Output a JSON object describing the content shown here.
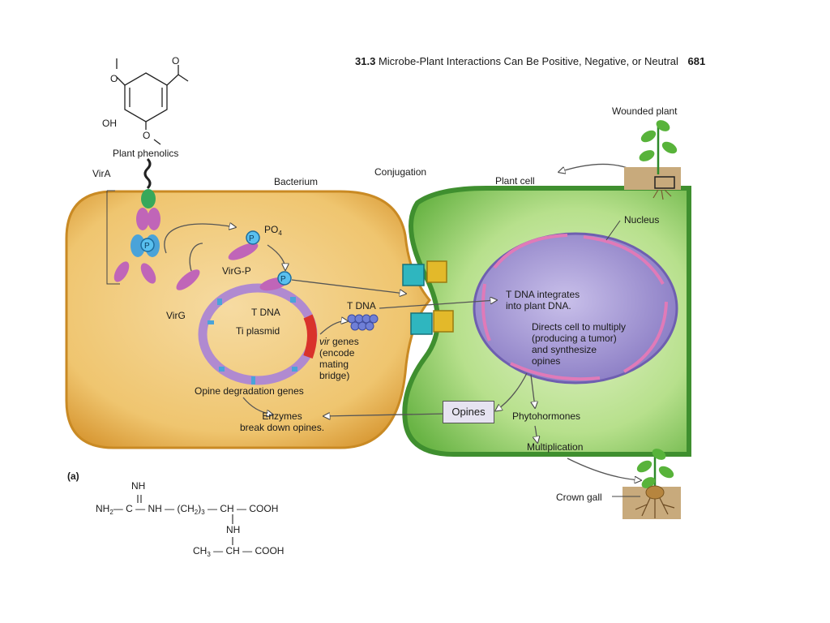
{
  "header": {
    "section_number": "31.3",
    "section_title": "Microbe-Plant Interactions Can Be Positive, Negative, or Neutral",
    "page_number": "681"
  },
  "labels": {
    "plant_phenolics": "Plant phenolics",
    "vir_a": "VirA",
    "bacterium": "Bacterium",
    "conjugation": "Conjugation",
    "plant_cell": "Plant cell",
    "wounded_plant": "Wounded plant",
    "nucleus": "Nucleus",
    "po4": "PO",
    "po4_sub": "4",
    "vir_g_p": "VirG-P",
    "vir_g": "VirG",
    "t_dna_plasmid": "T DNA",
    "ti_plasmid": "Ti plasmid",
    "t_dna_transfer": "T DNA",
    "vir_genes_italic": "vir",
    "vir_genes_rest": " genes\n(encode\nmating\nbridge)",
    "t_dna_integrates": "T DNA integrates\ninto plant DNA.",
    "directs_cell": "Directs cell to multiply\n(producing a tumor)\nand synthesize\nopines",
    "opine_degradation": "Opine degradation genes",
    "enzymes": "Enzymes\nbreak down opines.",
    "opines": "Opines",
    "phytohormones": "Phytohormones",
    "multiplication": "Multiplication",
    "crown_gall": "Crown gall",
    "panel_label": "(a)",
    "phosphate_symbol": "P"
  },
  "chem_phenolic": {
    "oh": "OH",
    "o": "O"
  },
  "chem_opine": {
    "line1": "NH",
    "line2_a": "NH",
    "line2_sub": "2",
    "line2_b": "— C — NH — (CH",
    "line2_sub2": "2",
    "line2_c": ")",
    "line2_sub3": "3",
    "line2_d": " — CH — COOH",
    "line3": "NH",
    "line4_a": "CH",
    "line4_sub": "3",
    "line4_b": " — CH — COOH"
  },
  "colors": {
    "bacterium_fill": "#f0c46a",
    "bacterium_edge": "#c98a24",
    "plant_fill": "#7fc65a",
    "plant_edge": "#3f8f2f",
    "nucleus_fill": "#9c8fcf",
    "plasmid": "#b08ad0",
    "tdna": "#d9322b",
    "phosphate": "#4aa3d9",
    "opines_box": "#e6e3f1"
  }
}
